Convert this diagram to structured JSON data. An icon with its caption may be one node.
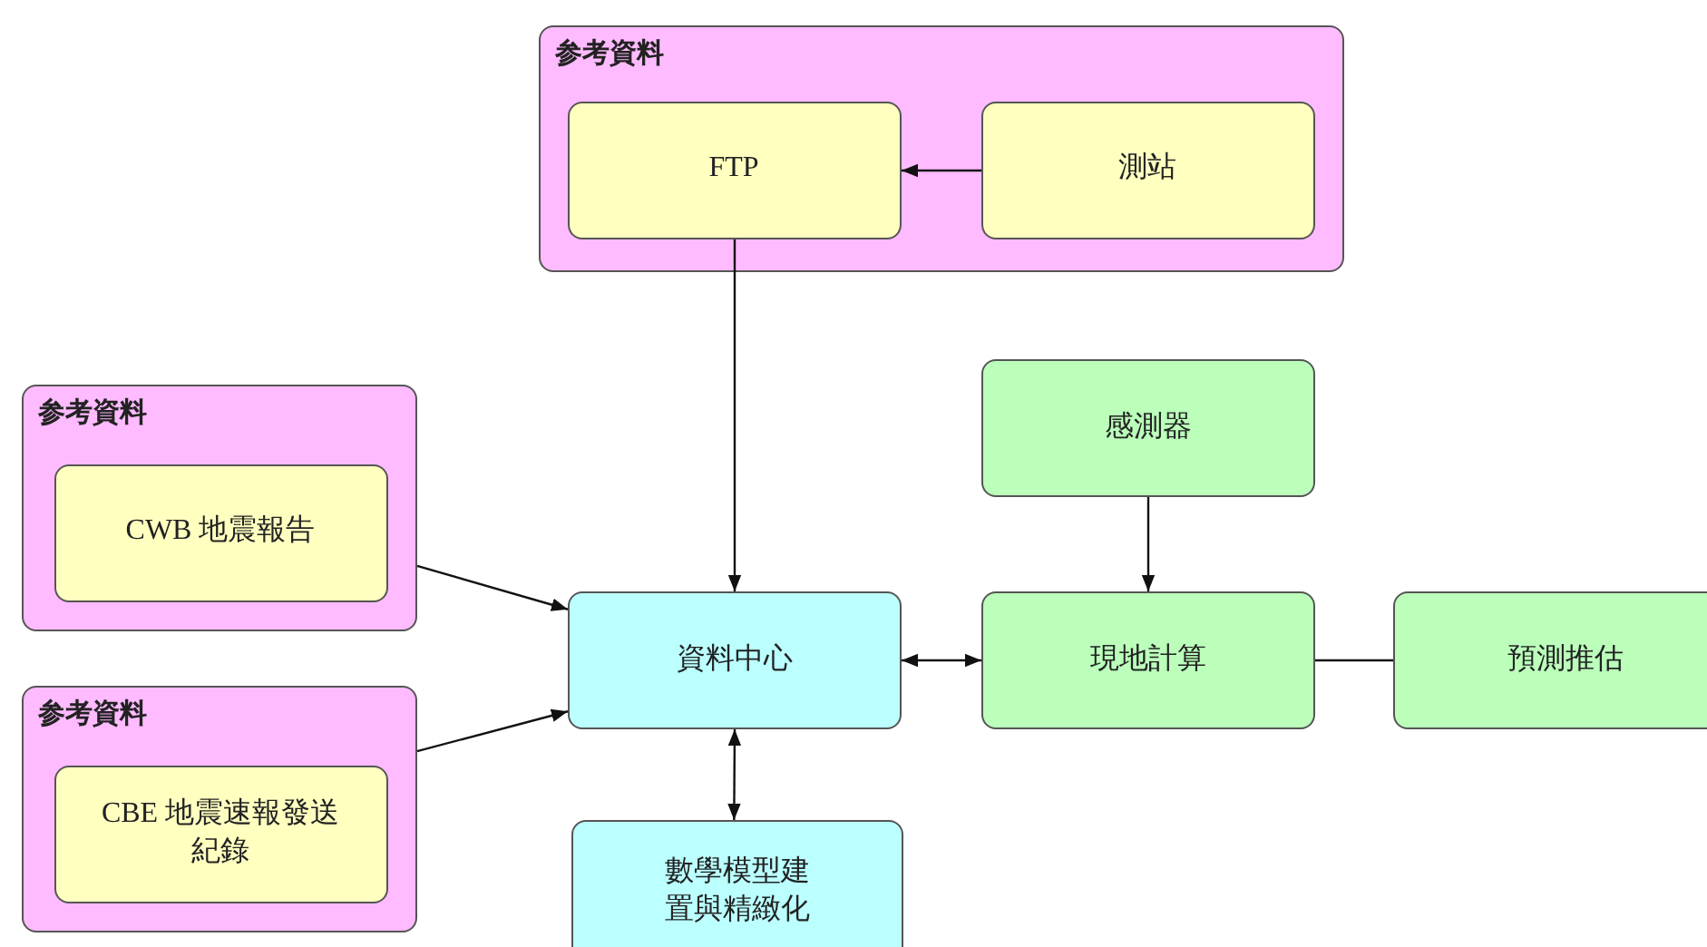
{
  "diagram": {
    "nodes": [
      {
        "text": [
          "参考資料"
        ]
      },
      {
        "text": [
          "FTP"
        ],
        "in": 0
      },
      {
        "text": [
          "測站"
        ],
        "in": 0
      },
      {
        "text": [
          "参考資料"
        ]
      },
      {
        "text": [
          "CWB 地震報告"
        ],
        "in": 3
      },
      {
        "text": [
          "参考資料"
        ]
      },
      {
        "text": [
          "CBE 地震速報發送紀錄"
        ],
        "in": 5
      },
      {
        "text": [
          "資料中心"
        ]
      },
      {
        "text": [
          "數學模型建置與精緻化"
        ]
      },
      {
        "text": [
          "感測器"
        ]
      },
      {
        "text": [
          "現地計算"
        ]
      },
      {
        "text": [
          "預測推估"
        ]
      }
    ],
    "edges": [
      {
        "from": 2,
        "to": 1,
        "arrow": "to"
      },
      {
        "from": 1,
        "to": 7,
        "arrow": "to"
      },
      {
        "from": 3,
        "to": 7,
        "arrow": "to"
      },
      {
        "from": 5,
        "to": 7,
        "arrow": "to"
      },
      {
        "from": 7,
        "to": 8,
        "arrow": "both"
      },
      {
        "from": 7,
        "to": 10,
        "arrow": "both"
      },
      {
        "from": 9,
        "to": 10,
        "arrow": "to"
      },
      {
        "from": 10,
        "to": 11,
        "arrow": "none"
      }
    ]
  }
}
